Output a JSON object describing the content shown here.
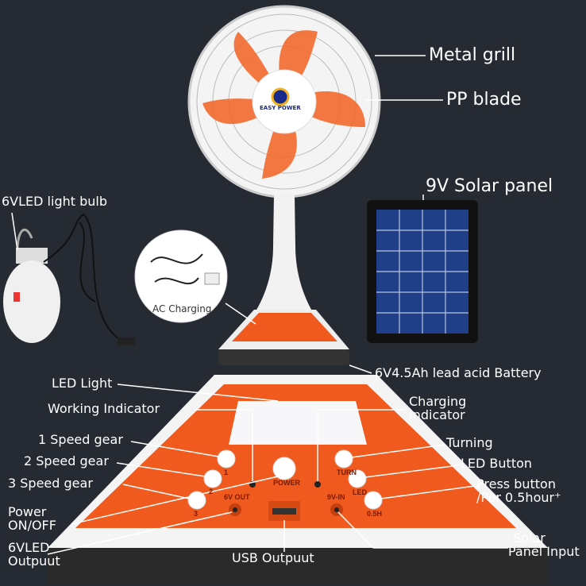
{
  "brand": "EASY POWER",
  "labels": {
    "metal_grill": "Metal grill",
    "pp_blade": "PP blade",
    "solar_panel": "9V Solar panel",
    "light_bulb": "6VLED light bulb",
    "ac_charging": "AC Charging",
    "battery": "6V4.5Ah lead acid Battery",
    "led_light": "LED Light",
    "working_indicator": "Working Indicator",
    "charging_indicator_1": "Charging",
    "charging_indicator_2": "Indicator",
    "speed1": "1 Speed gear",
    "speed2": "2 Speed gear",
    "speed3": "3 Speed gear",
    "power_1": "Power",
    "power_2": "ON/OFF",
    "led_out_1": "6VLED",
    "led_out_2": "Outpuut",
    "usb": "USB Outpuut",
    "turning": "Turning",
    "led_button": "LED Button",
    "press_1": "Press button",
    "press_2": "/Per 0.5hour⁺",
    "solar_in_1": "Solar",
    "solar_in_2": "Panel Input"
  },
  "panel_text": {
    "b1": "1",
    "b2": "2",
    "b3": "3",
    "power": "POWER",
    "out6v": "6V OUT",
    "in9v": "9V-IN",
    "turn": "TURN",
    "led": "LED",
    "half": "0.5H"
  },
  "colors": {
    "orange": "#f05a1e",
    "background": "#262b33"
  }
}
